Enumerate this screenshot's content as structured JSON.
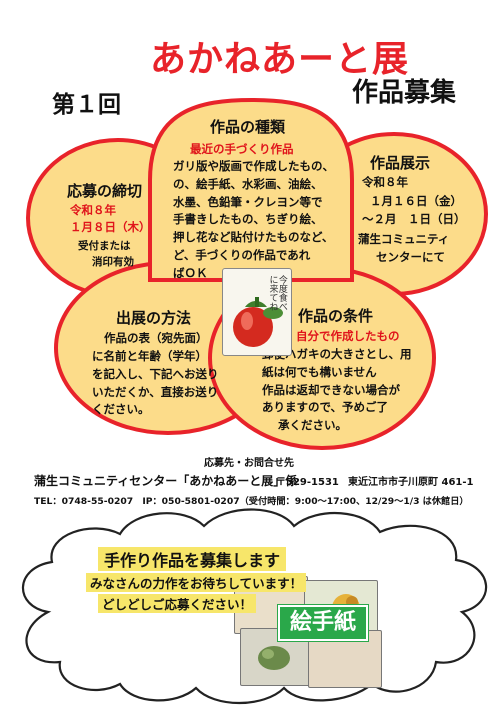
{
  "title": {
    "round": "第１回",
    "main": "あかねあーと展",
    "sub": "作品募集"
  },
  "type_box": {
    "heading": "作品の種類",
    "highlight": "最近の手づくり作品",
    "lines": [
      "ガリ版や版画で作成したもの、",
      "の、絵手紙、水彩画、油絵、",
      "水墨、色鉛筆・クレヨン等で",
      "手書きしたもの、ちぎり絵、",
      "押し花など貼付けたものなど、",
      "ど、手づくりの作品であれ",
      "ばＯＫ"
    ]
  },
  "deadline_box": {
    "heading": "応募の締切",
    "era": "令和８年",
    "date": "１月８日（木）",
    "notes": [
      "受付または",
      "消印有効"
    ]
  },
  "exhibit_box": {
    "heading": "作品展示",
    "era": "令和８年",
    "dates": [
      "１月１６日（金）",
      "～２月　１日（日）"
    ],
    "venue": [
      "蒲生コミュニティ",
      "センターにて"
    ]
  },
  "method_box": {
    "heading": "出展の方法",
    "sub": "作品の表（宛先面）",
    "lines": [
      "に名前と年齢（学年）",
      "を記入し、下記へお送り",
      "いただくか、直接お送り",
      "ください。"
    ]
  },
  "condition_box": {
    "heading": "作品の条件",
    "highlight": "自分で作成したもの",
    "lines": [
      "郵便ハガキの大きさとし、用",
      "紙は何でも構いません",
      "作品は返却できない場合が",
      "ありますので、予めご了",
      "承ください。"
    ]
  },
  "stamp": {
    "text": "今度食べに来てね",
    "icon": "pepper-painting-icon"
  },
  "contact": {
    "label": "応募先・お問合せ先",
    "org": "蒲生コミュニティセンター「あかねあーと展」係",
    "postal": "〒529-1531",
    "address": "東近江市市子川原町 461-1",
    "phones": "TEL：0748-55-0207　IP：050-5801-0207（受付時間：9:00～17:00、12/29～1/3 は休館日）"
  },
  "banner": {
    "heading": "手作り作品を募集します",
    "line1": "みなさんの力作をお待ちしています！",
    "line2": "どしどしご応募ください！",
    "badge": "絵手紙"
  },
  "colors": {
    "petal_fill": "#fcdc8a",
    "petal_stroke": "#e8232a",
    "title_red": "#e8232a",
    "badge_green": "#2aa84a",
    "highlight_yellow": "#f7e66a"
  }
}
